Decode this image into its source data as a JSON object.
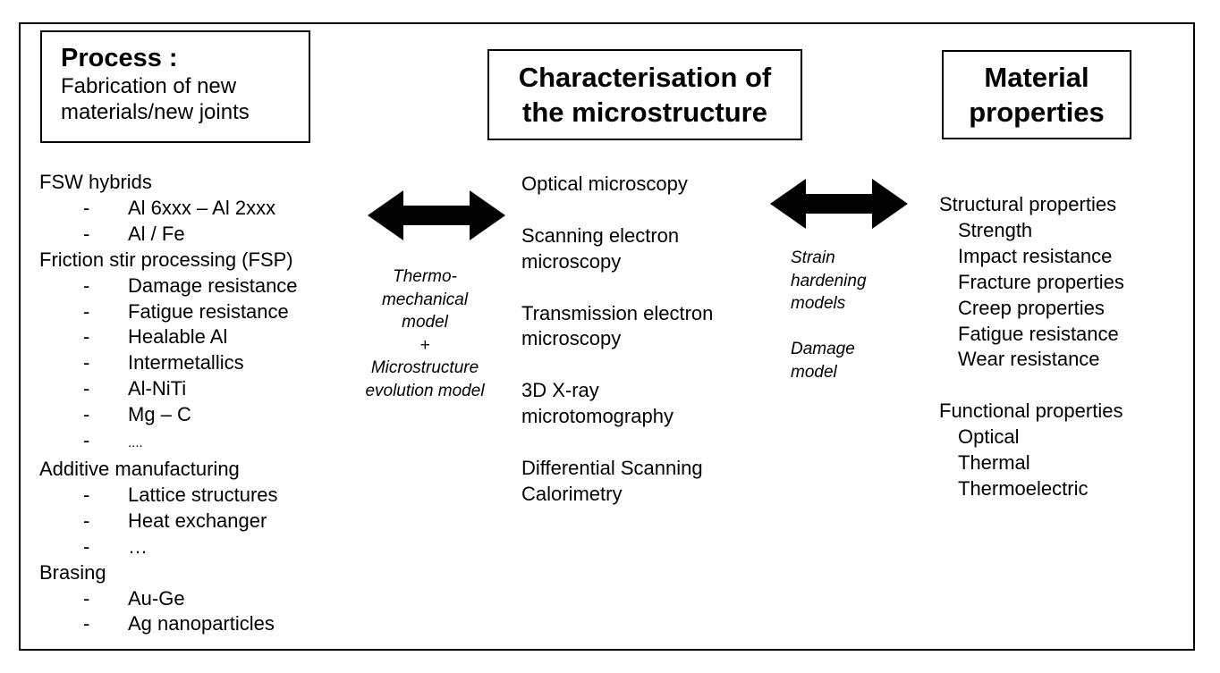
{
  "process": {
    "title": "Process :",
    "subtitle_lines": [
      "Fabrication of new",
      "materials/new joints"
    ]
  },
  "characterisation": {
    "title_lines": [
      "Characterisation of",
      "the microstructure"
    ]
  },
  "material": {
    "title_lines": [
      "Material",
      "properties"
    ]
  },
  "process_list": [
    {
      "text": "FSW hybrids",
      "level": 0
    },
    {
      "text": "Al 6xxx – Al 2xxx",
      "level": 1
    },
    {
      "text": "Al / Fe",
      "level": 1
    },
    {
      "text": "Friction stir processing (FSP)",
      "level": 0
    },
    {
      "text": "Damage resistance",
      "level": 1
    },
    {
      "text": "Fatigue resistance",
      "level": 1
    },
    {
      "text": "Healable Al",
      "level": 1
    },
    {
      "text": "Intermetallics",
      "level": 1
    },
    {
      "text": "Al-NiTi",
      "level": 1
    },
    {
      "text": "Mg – C",
      "level": 1
    },
    {
      "text": "....",
      "level": 1,
      "small": true
    },
    {
      "text": "Additive manufacturing",
      "level": 0
    },
    {
      "text": "Lattice structures",
      "level": 1
    },
    {
      "text": "Heat exchanger",
      "level": 1
    },
    {
      "text": "…",
      "level": 1
    },
    {
      "text": "Brasing",
      "level": 0
    },
    {
      "text": "Au-Ge",
      "level": 1
    },
    {
      "text": "Ag nanoparticles",
      "level": 1
    }
  ],
  "bullet_dash": "-",
  "techniques": [
    [
      "Optical microscopy"
    ],
    [
      "Scanning electron",
      "microscopy"
    ],
    [
      "Transmission electron",
      "microscopy"
    ],
    [
      "3D X-ray",
      "microtomography"
    ],
    [
      "Differential Scanning",
      "Calorimetry"
    ]
  ],
  "models_left": [
    "Thermo-",
    "mechanical",
    "model",
    "+",
    "Microstructure",
    "evolution model"
  ],
  "models_right": {
    "strain": [
      "Strain",
      "hardening",
      "models"
    ],
    "damage": [
      "Damage",
      "model"
    ]
  },
  "properties": {
    "structural_heading": "Structural properties",
    "structural": [
      "Strength",
      "Impact resistance",
      "Fracture properties",
      "Creep properties",
      "Fatigue resistance",
      "Wear resistance"
    ],
    "functional_heading": "Functional properties",
    "functional": [
      "Optical",
      "Thermal",
      "Thermoelectric"
    ]
  },
  "arrow_color": "#000000"
}
